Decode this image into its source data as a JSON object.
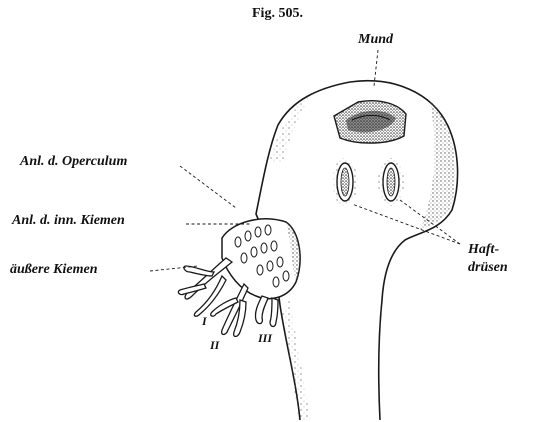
{
  "figure": {
    "title": "Fig. 505.",
    "labels": {
      "mund": "Mund",
      "operculum": "Anl. d. Operculum",
      "inner_gills": "Anl. d. inn. Kiemen",
      "outer_gills": "äußere Kiemen",
      "adhesive_glands_line1": "Haft-",
      "adhesive_glands_line2": "drüsen"
    },
    "gill_numerals": [
      "I",
      "II",
      "III"
    ]
  },
  "colors": {
    "ink": "#1a1a1a",
    "stipple": "#555555",
    "background": "#ffffff"
  }
}
